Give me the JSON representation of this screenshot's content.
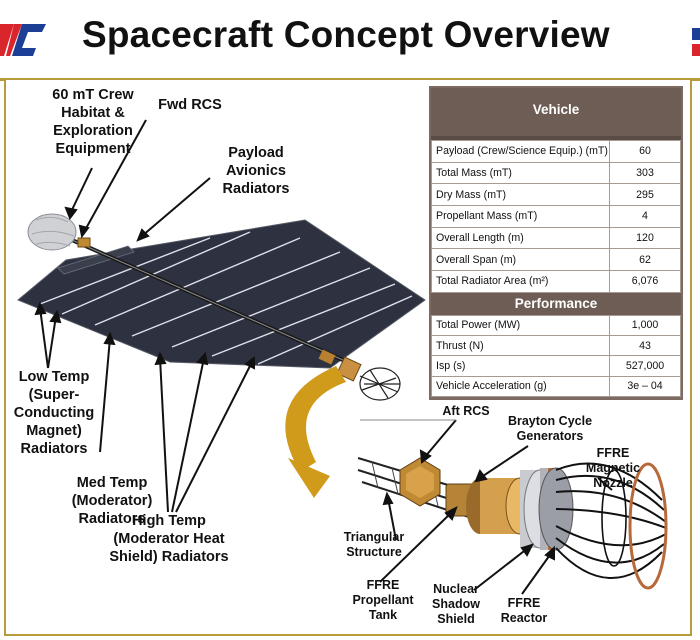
{
  "header": {
    "title": "Spacecraft Concept Overview"
  },
  "colors": {
    "frame_gold": "#b89b3a",
    "table_brown": "#7d6a60",
    "logo_red": "#d9262c",
    "logo_blue": "#1c3f95",
    "arrow_gold": "#d09a1a",
    "radiator_dark": "#2e3240"
  },
  "labels": {
    "crew_habitat": "60 mT Crew\nHabitat &\nExploration\nEquipment",
    "fwd_rcs": "Fwd RCS",
    "payload_avionics": "Payload\nAvionics\nRadiators",
    "low_temp": "Low Temp\n(Super-\nConducting\nMagnet)\nRadiators",
    "med_temp": "Med Temp\n(Moderator)\nRadiators",
    "high_temp": "High Temp\n(Moderator Heat\nShield) Radiators",
    "aft_rcs": "Aft RCS",
    "brayton": "Brayton Cycle\nGenerators",
    "ffre_nozzle": "FFRE\nMagnetic\nNozzle",
    "triangular": "Triangular\nStructure",
    "propellant_tank": "FFRE\nPropellant\nTank",
    "shadow_shield": "Nuclear\nShadow\nShield",
    "reactor": "FFRE\nReactor"
  },
  "table": {
    "vehicle_title": "Vehicle",
    "vehicle_rows": [
      {
        "label": "Payload (Crew/Science Equip.) (mT)",
        "value": "60"
      },
      {
        "label": "Total Mass (mT)",
        "value": "303"
      },
      {
        "label": "Dry Mass (mT)",
        "value": "295"
      },
      {
        "label": "Propellant Mass (mT)",
        "value": "4"
      },
      {
        "label": "Overall Length (m)",
        "value": "120"
      },
      {
        "label": "Overall Span (m)",
        "value": "62"
      },
      {
        "label": "Total Radiator Area (m²)",
        "value": "6,076"
      }
    ],
    "performance_title": "Performance",
    "performance_rows": [
      {
        "label": "Total Power (MW)",
        "value": "1,000"
      },
      {
        "label": "Thrust (N)",
        "value": "43"
      },
      {
        "label": "Isp (s)",
        "value": "527,000"
      },
      {
        "label": "Vehicle Acceleration (g)",
        "value": "3e – 04"
      }
    ]
  }
}
